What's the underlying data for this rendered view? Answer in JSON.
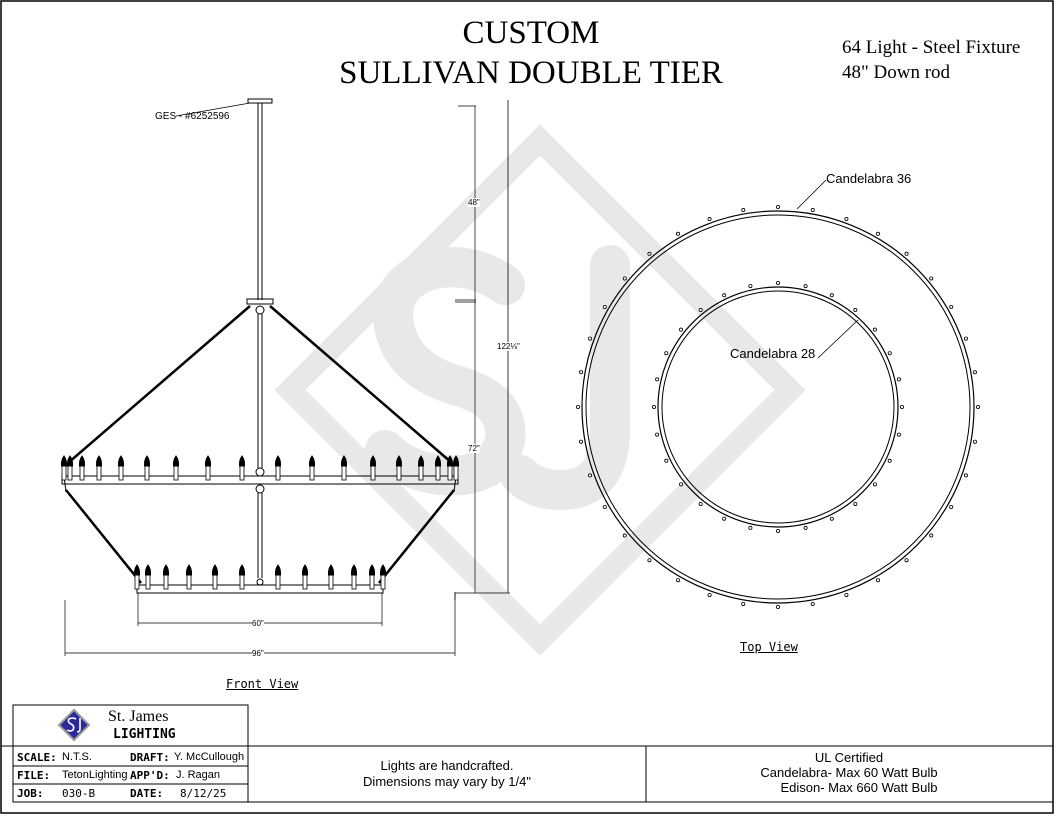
{
  "title": {
    "line1": "CUSTOM",
    "line2": "SULLIVAN DOUBLE TIER"
  },
  "specs": {
    "line1": "64 Light - Steel Fixture",
    "line2": "48\" Down rod"
  },
  "front_view": {
    "label": "Front View",
    "part_number": "GES - #6252596",
    "dims": {
      "downrod": "48\"",
      "body": "72\"",
      "overall": "122⅛\"",
      "lower_width": "60\"",
      "upper_width": "96\""
    }
  },
  "top_view": {
    "label": "Top View",
    "outer_label": "Candelabra 36",
    "inner_label": "Candelabra 28",
    "outer_count": 36,
    "inner_count": 28
  },
  "title_block": {
    "company_line1": "St. James",
    "company_line2": "LIGHTING",
    "logo_text": "SJ",
    "scale_label": "SCALE:",
    "scale": "N.T.S.",
    "draft_label": "DRAFT:",
    "draft": "Y. McCullough",
    "file_label": "FILE:",
    "file": "TetonLighting",
    "appd_label": "APP'D:",
    "appd": "J. Ragan",
    "job_label": "JOB:",
    "job": "030-B",
    "date_label": "DATE:",
    "date": "8/12/25"
  },
  "notes": {
    "line1": "Lights are handcrafted.",
    "line2": "Dimensions may vary by 1/4\""
  },
  "certs": {
    "line1": "UL Certified",
    "line2": "Candelabra- Max 60 Watt Bulb",
    "line3": "Edison- Max 660 Watt Bulb"
  },
  "colors": {
    "watermark": "#e6e6e6",
    "logo_blue": "#2a2a9a",
    "line": "#000000"
  }
}
